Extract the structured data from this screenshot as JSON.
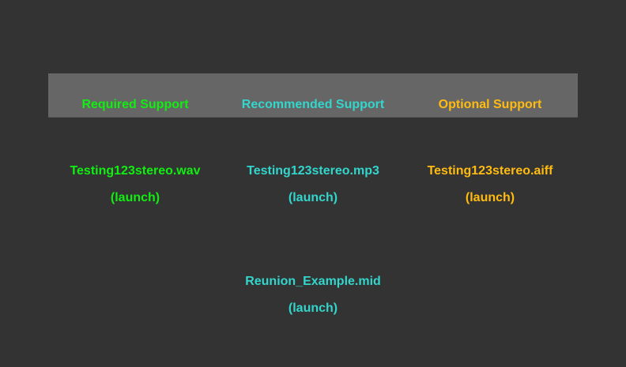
{
  "colors": {
    "required": "#11ee11",
    "recommended": "#33d6cc",
    "optional": "#ffbb11",
    "background": "#333333",
    "header": "#666666"
  },
  "headers": [
    "Required Support",
    "Recommended Support",
    "Optional Support"
  ],
  "files": [
    {
      "name": "Testing123stereo.wav",
      "launch": "(launch)"
    },
    {
      "name": "Testing123stereo.mp3",
      "launch": "(launch)"
    },
    {
      "name": "Testing123stereo.aiff",
      "launch": "(launch)"
    },
    {
      "name": "Reunion_Example.mid",
      "launch": "(launch)"
    }
  ]
}
